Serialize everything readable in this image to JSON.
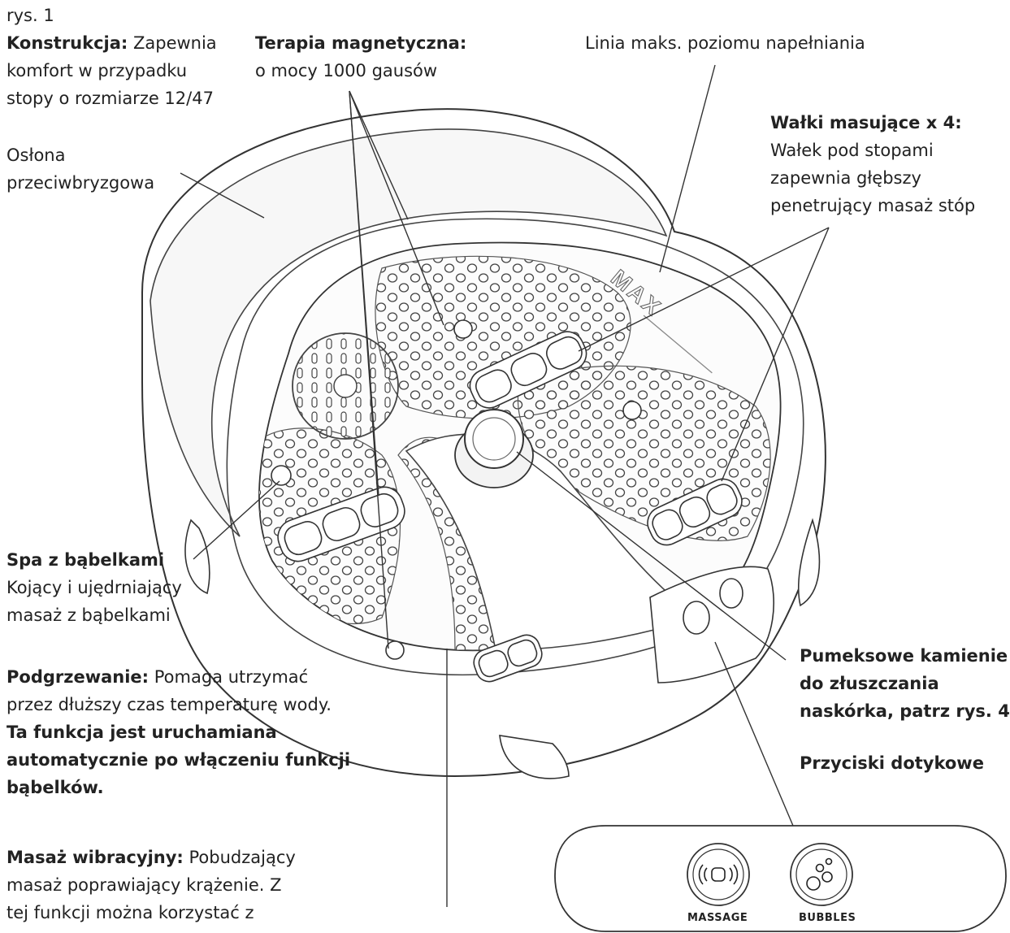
{
  "figure_label": "rys. 1",
  "labels": {
    "konstrukcja": {
      "bold": "Konstrukcja:",
      "text": [
        " Zapewnia",
        "komfort w przypadku",
        "stopy o rozmiarze 12/47"
      ]
    },
    "terapia": {
      "bold": "Terapia magnetyczna:",
      "text": "o mocy 1000 gausów"
    },
    "linia": {
      "text": "Linia maks. poziomu napełniania"
    },
    "walki": {
      "bold": "Wałki masujące x 4:",
      "text": [
        "Wałek pod stopami",
        "zapewnia głębszy",
        "penetrujący masaż stóp"
      ]
    },
    "oslona": {
      "text": [
        "Osłona",
        "przeciwbryzgowa"
      ]
    },
    "spa": {
      "bold": "Spa z bąbelkami",
      "text": [
        "Kojący i ujędrniający",
        "masaż z bąbelkami"
      ]
    },
    "podgrzewanie": {
      "bold1": "Podgrzewanie:",
      "text": [
        " Pomaga utrzymać",
        "przez dłuższy czas temperaturę wody."
      ],
      "bold2": [
        "Ta funkcja jest uruchamiana",
        "automatycznie po włączeniu funkcji",
        "bąbelków."
      ]
    },
    "masaz": {
      "bold": "Masaż wibracyjny:",
      "text": [
        " Pobudzający",
        "masaż poprawiający krążenie. Z",
        "tej funkcji można korzystać z"
      ]
    },
    "pumeks": {
      "bold": [
        "Pumeksowe kamienie",
        "do złuszczania",
        "naskórka, patrz rys. 4."
      ]
    },
    "przyciski": {
      "bold": "Przyciski dotykowe"
    }
  },
  "max_mark": "MAX",
  "buttons": {
    "massage": "MASSAGE",
    "bubbles": "BUBBLES"
  },
  "icons": {
    "massage": "vibration-icon",
    "bubbles": "bubbles-icon"
  }
}
